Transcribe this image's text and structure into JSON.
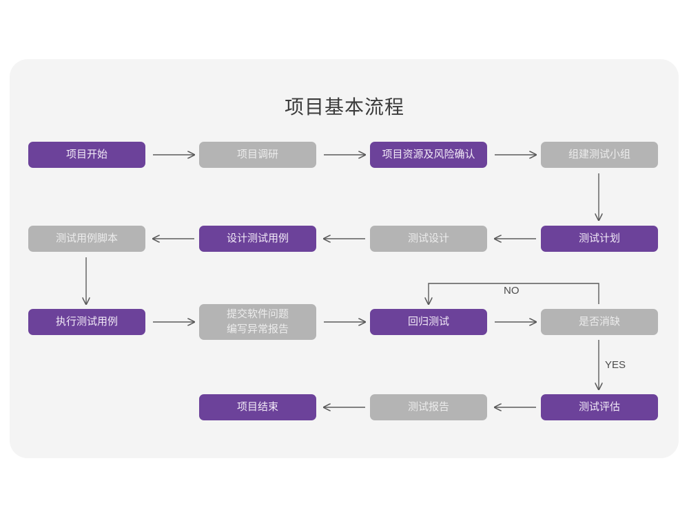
{
  "page": {
    "background_color": "#ffffff",
    "card_color": "#f4f4f4",
    "title": "项目基本流程"
  },
  "colors": {
    "purple": "#6c429a",
    "purple_text": "#f2eaf7",
    "gray": "#b4b4b4",
    "gray_text": "#ececec",
    "arrow": "#5a5a5a",
    "title_text": "#3b3b3b",
    "edge_label_text": "#4a4a4a"
  },
  "flowchart": {
    "type": "flowchart",
    "direction": "serpentine",
    "rows": [
      {
        "row": 1,
        "nodes": [
          {
            "id": "n1",
            "label": "项目开始",
            "style": "purple"
          },
          {
            "id": "n2",
            "label": "项目调研",
            "style": "gray"
          },
          {
            "id": "n3",
            "label": "项目资源及风险确认",
            "style": "purple"
          },
          {
            "id": "n4",
            "label": "组建测试小组",
            "style": "gray"
          }
        ]
      },
      {
        "row": 2,
        "nodes": [
          {
            "id": "n5",
            "label": "测试用例脚本",
            "style": "gray"
          },
          {
            "id": "n6",
            "label": "设计测试用例",
            "style": "purple"
          },
          {
            "id": "n7",
            "label": "测试设计",
            "style": "gray"
          },
          {
            "id": "n8",
            "label": "测试计划",
            "style": "purple"
          }
        ]
      },
      {
        "row": 3,
        "nodes": [
          {
            "id": "n9",
            "label": "执行测试用例",
            "style": "purple"
          },
          {
            "id": "n10",
            "label": "提交软件问题\n编写异常报告",
            "style": "gray"
          },
          {
            "id": "n11",
            "label": "回归测试",
            "style": "purple"
          },
          {
            "id": "n12",
            "label": "是否消缺",
            "style": "gray"
          }
        ]
      },
      {
        "row": 4,
        "nodes": [
          {
            "id": "n13",
            "label": "项目结束",
            "style": "purple"
          },
          {
            "id": "n14",
            "label": "测试报告",
            "style": "gray"
          },
          {
            "id": "n15",
            "label": "测试评估",
            "style": "purple"
          }
        ]
      }
    ],
    "edge_labels": [
      {
        "id": "no-label",
        "text": "NO"
      },
      {
        "id": "yes-label",
        "text": "YES"
      }
    ],
    "edges": [
      {
        "from": "n1",
        "to": "n2",
        "dir": "right"
      },
      {
        "from": "n2",
        "to": "n3",
        "dir": "right"
      },
      {
        "from": "n3",
        "to": "n4",
        "dir": "right"
      },
      {
        "from": "n4",
        "to": "n8",
        "dir": "down"
      },
      {
        "from": "n8",
        "to": "n7",
        "dir": "left"
      },
      {
        "from": "n7",
        "to": "n6",
        "dir": "left"
      },
      {
        "from": "n6",
        "to": "n5",
        "dir": "left"
      },
      {
        "from": "n5",
        "to": "n9",
        "dir": "down"
      },
      {
        "from": "n9",
        "to": "n10",
        "dir": "right"
      },
      {
        "from": "n10",
        "to": "n11",
        "dir": "right"
      },
      {
        "from": "n11",
        "to": "n12",
        "dir": "right"
      },
      {
        "from": "n12",
        "to": "n11",
        "dir": "loop-up-left",
        "label": "NO"
      },
      {
        "from": "n12",
        "to": "n15",
        "dir": "down",
        "label": "YES"
      },
      {
        "from": "n15",
        "to": "n14",
        "dir": "left"
      },
      {
        "from": "n14",
        "to": "n13",
        "dir": "left"
      }
    ]
  }
}
